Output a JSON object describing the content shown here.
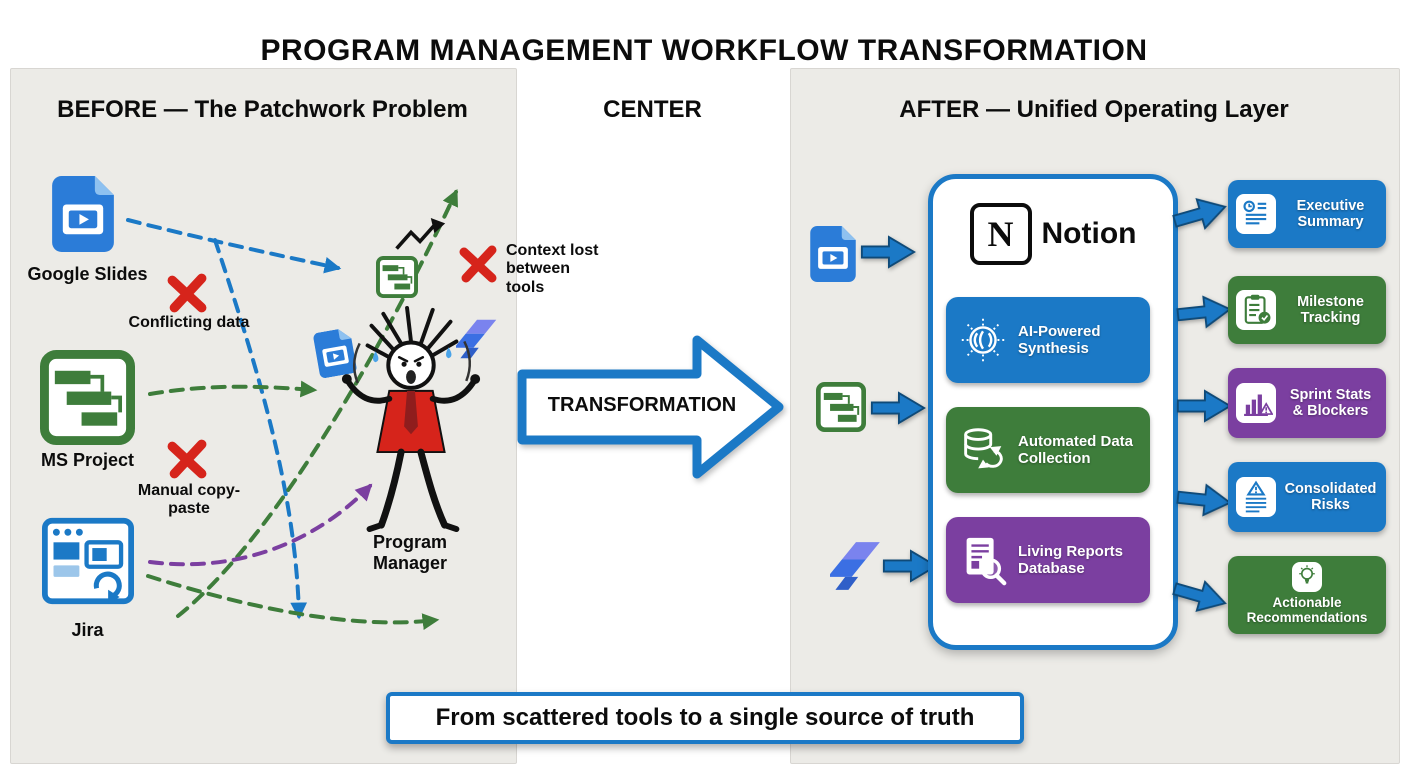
{
  "title": "PROGRAM MANAGEMENT WORKFLOW TRANSFORMATION",
  "colors": {
    "blue": "#1b79c6",
    "green": "#3e7d3b",
    "purple": "#7b3fa0",
    "red": "#d6241b",
    "panel": "#ecebe7"
  },
  "before": {
    "heading": "BEFORE — The Patchwork Problem",
    "tools": [
      {
        "label": "Google Slides",
        "icon": "google-slides-icon"
      },
      {
        "label": "MS Project",
        "icon": "ms-project-icon"
      },
      {
        "label": "Jira",
        "icon": "jira-window-icon"
      }
    ],
    "problems": [
      {
        "label": "Conflicting data",
        "icon": "red-x-icon"
      },
      {
        "label": "Manual copy-paste",
        "icon": "red-x-icon"
      },
      {
        "label": "Context lost between tools",
        "icon": "red-x-icon"
      }
    ],
    "person_label": "Program Manager",
    "flows": [
      {
        "from": "Google Slides",
        "to": "Program Manager",
        "color": "#1b79c6",
        "style": "dashed"
      },
      {
        "from": "Google Slides",
        "to": "bottom",
        "color": "#1b79c6",
        "style": "dashed"
      },
      {
        "from": "MS Project",
        "to": "Program Manager",
        "color": "#3e7d3b",
        "style": "dashed"
      },
      {
        "from": "bottom-left",
        "to": "top-right",
        "color": "#3e7d3b",
        "style": "dashed"
      },
      {
        "from": "Jira",
        "to": "bottom-right",
        "color": "#3e7d3b",
        "style": "dashed"
      },
      {
        "from": "Jira",
        "to": "Program Manager",
        "color": "#7b3fa0",
        "style": "dashed"
      }
    ]
  },
  "center": {
    "heading": "CENTER",
    "arrow_label": "TRANSFORMATION"
  },
  "after": {
    "heading": "AFTER — Unified Operating Layer",
    "inputs": [
      {
        "icon": "google-slides-icon"
      },
      {
        "icon": "gantt-icon"
      },
      {
        "icon": "jira-logo-icon"
      }
    ],
    "hub": {
      "name": "Notion",
      "logo_letter": "N",
      "features": [
        {
          "label": "AI-Powered Synthesis",
          "color": "#1b79c6",
          "icon": "ai-brain-icon"
        },
        {
          "label": "Automated Data Collection",
          "color": "#3e7d3b",
          "icon": "database-sync-icon"
        },
        {
          "label": "Living Reports Database",
          "color": "#7b3fa0",
          "icon": "living-report-icon"
        }
      ]
    },
    "outputs": [
      {
        "label": "Executive Summary",
        "color": "#1b79c6",
        "icon": "executive-summary-icon"
      },
      {
        "label": "Milestone Tracking",
        "color": "#3e7d3b",
        "icon": "milestone-tracking-icon"
      },
      {
        "label": "Sprint Stats & Blockers",
        "color": "#7b3fa0",
        "icon": "sprint-stats-icon"
      },
      {
        "label": "Consolidated Risks",
        "color": "#1b79c6",
        "icon": "consolidated-risks-icon"
      },
      {
        "label": "Actionable Recommendations",
        "color": "#3e7d3b",
        "icon": "actionable-recommendations-icon"
      }
    ]
  },
  "footer": {
    "label": "From scattered tools to a single source of truth"
  }
}
